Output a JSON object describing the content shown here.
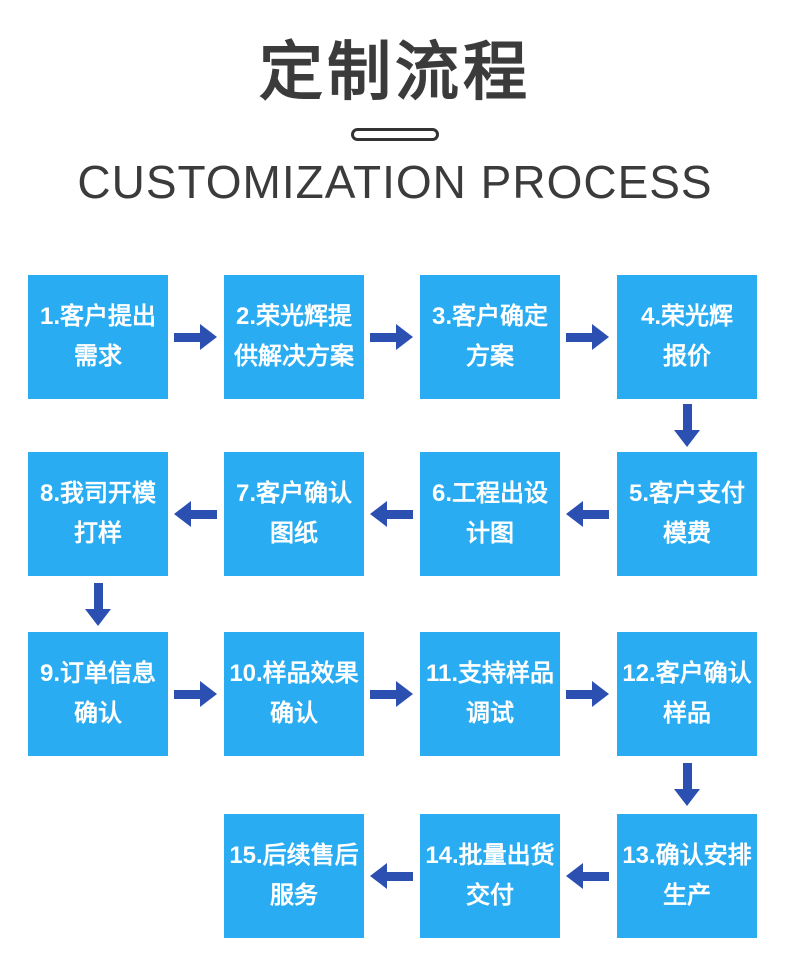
{
  "header": {
    "title": "定制流程",
    "subtitle": "CUSTOMIZATION PROCESS"
  },
  "colors": {
    "step_box": "#29acf2",
    "arrow": "#2c50b2",
    "heading_text": "#3b3b3b",
    "step_text": "#ffffff"
  },
  "steps": [
    {
      "lines": [
        "1.客户提出",
        "需求"
      ]
    },
    {
      "lines": [
        "2.荣光辉提",
        "供解决方案"
      ]
    },
    {
      "lines": [
        "3.客户确定",
        "方案"
      ]
    },
    {
      "lines": [
        "4.荣光辉",
        "报价"
      ]
    },
    {
      "lines": [
        "5.客户支付",
        "模费"
      ]
    },
    {
      "lines": [
        "6.工程出设",
        "计图"
      ]
    },
    {
      "lines": [
        "7.客户确认",
        "图纸"
      ]
    },
    {
      "lines": [
        "8.我司开模",
        "打样"
      ]
    },
    {
      "lines": [
        "9.订单信息",
        "确认"
      ]
    },
    {
      "lines": [
        "10.样品效果",
        "确认"
      ]
    },
    {
      "lines": [
        "11.支持样品",
        "调试"
      ]
    },
    {
      "lines": [
        "12.客户确认",
        "样品"
      ]
    },
    {
      "lines": [
        "13.确认安排",
        "生产"
      ]
    },
    {
      "lines": [
        "14.批量出货",
        "交付"
      ]
    },
    {
      "lines": [
        "15.后续售后",
        "服务"
      ]
    }
  ]
}
